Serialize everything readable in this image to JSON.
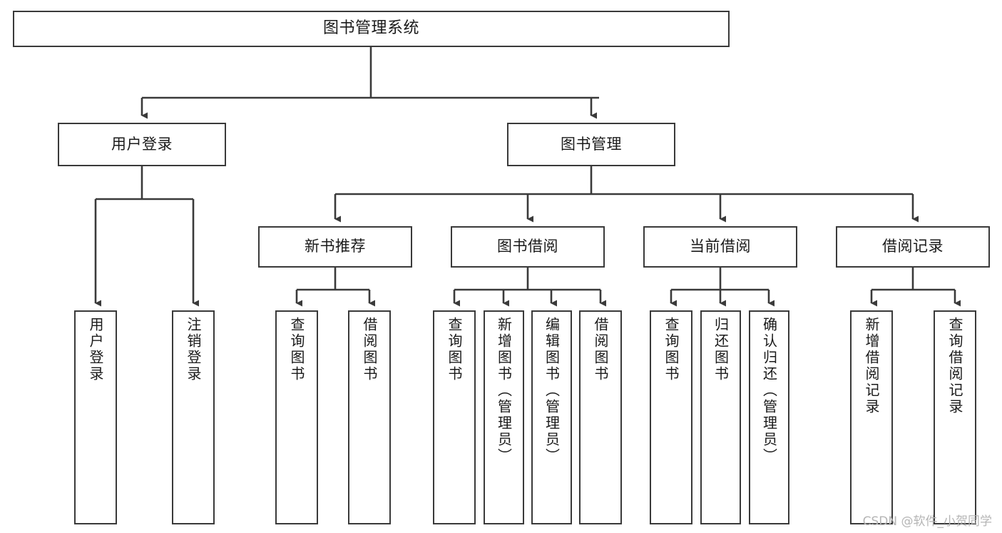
{
  "diagram": {
    "type": "org-tree",
    "title": "图书管理系统",
    "watermark": "CSDN @软件_小贺同学",
    "colors": {
      "stroke": "#3a3a3a",
      "fill": "#ffffff",
      "text": "#1a1a1a",
      "watermark": "#b5b5b5"
    },
    "nodes": {
      "root": {
        "label": "图书管理系统"
      },
      "level2": [
        {
          "label": "用户登录"
        },
        {
          "label": "图书管理"
        }
      ],
      "level3": [
        {
          "label": "新书推荐"
        },
        {
          "label": "图书借阅"
        },
        {
          "label": "当前借阅"
        },
        {
          "label": "借阅记录"
        }
      ],
      "leaves": {
        "user_login": [
          {
            "label": "用户登录"
          },
          {
            "label": "注销登录"
          }
        ],
        "new_book": [
          {
            "label": "查询图书"
          },
          {
            "label": "借阅图书"
          }
        ],
        "book_borrow": [
          {
            "label": "查询图书"
          },
          {
            "label": "新增图书（管理员）"
          },
          {
            "label": "编辑图书（管理员）"
          },
          {
            "label": "借阅图书"
          }
        ],
        "current_borrow": [
          {
            "label": "查询图书"
          },
          {
            "label": "归还图书"
          },
          {
            "label": "确认归还（管理员）"
          }
        ],
        "borrow_record": [
          {
            "label": "新增借阅记录"
          },
          {
            "label": "查询借阅记录"
          }
        ]
      }
    }
  }
}
